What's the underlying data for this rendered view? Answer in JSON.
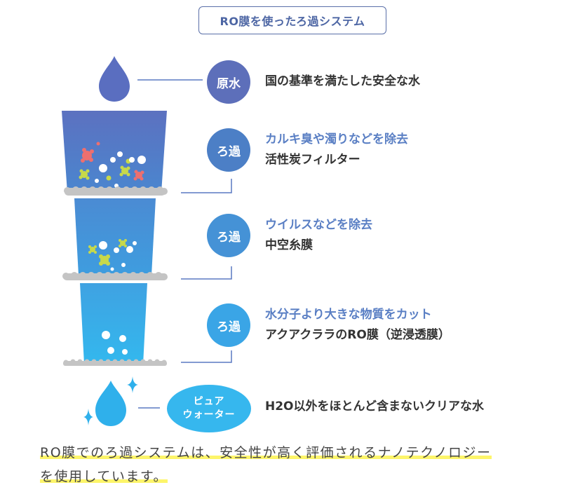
{
  "title": "RO膜を使ったろ過システム",
  "stages": [
    {
      "label": "原水",
      "line1": "国の基準を満たした安全な水",
      "line2": ""
    },
    {
      "label": "ろ過",
      "line1": "カルキ臭や濁りなどを除去",
      "line2": "活性炭フィルター"
    },
    {
      "label": "ろ過",
      "line1": "ウイルスなどを除去",
      "line2": "中空糸膜"
    },
    {
      "label": "ろ過",
      "line1": "水分子より大きな物質をカット",
      "line2": "アクアクララのRO膜（逆浸透膜）"
    }
  ],
  "pure": {
    "label_line1": "ピュア",
    "label_line2": "ウォーター",
    "desc": "H2O以外をほとんど含まないクリアな水"
  },
  "note": {
    "line1": "RO膜でのろ過システムは、安全性が高く評価されるナノテクノロジー",
    "line2": "を使用しています。"
  },
  "colors": {
    "title_text": "#4d66a4",
    "stage_circle_1": "#5d6fba",
    "stage_circle_2": "#4c7fc6",
    "stage_circle_3": "#4592d6",
    "stage_circle_4": "#3aa5e6",
    "pure_circle": "#36b7ee",
    "accent_text": "#5a7fc4",
    "highlight": "#fdf56a"
  }
}
